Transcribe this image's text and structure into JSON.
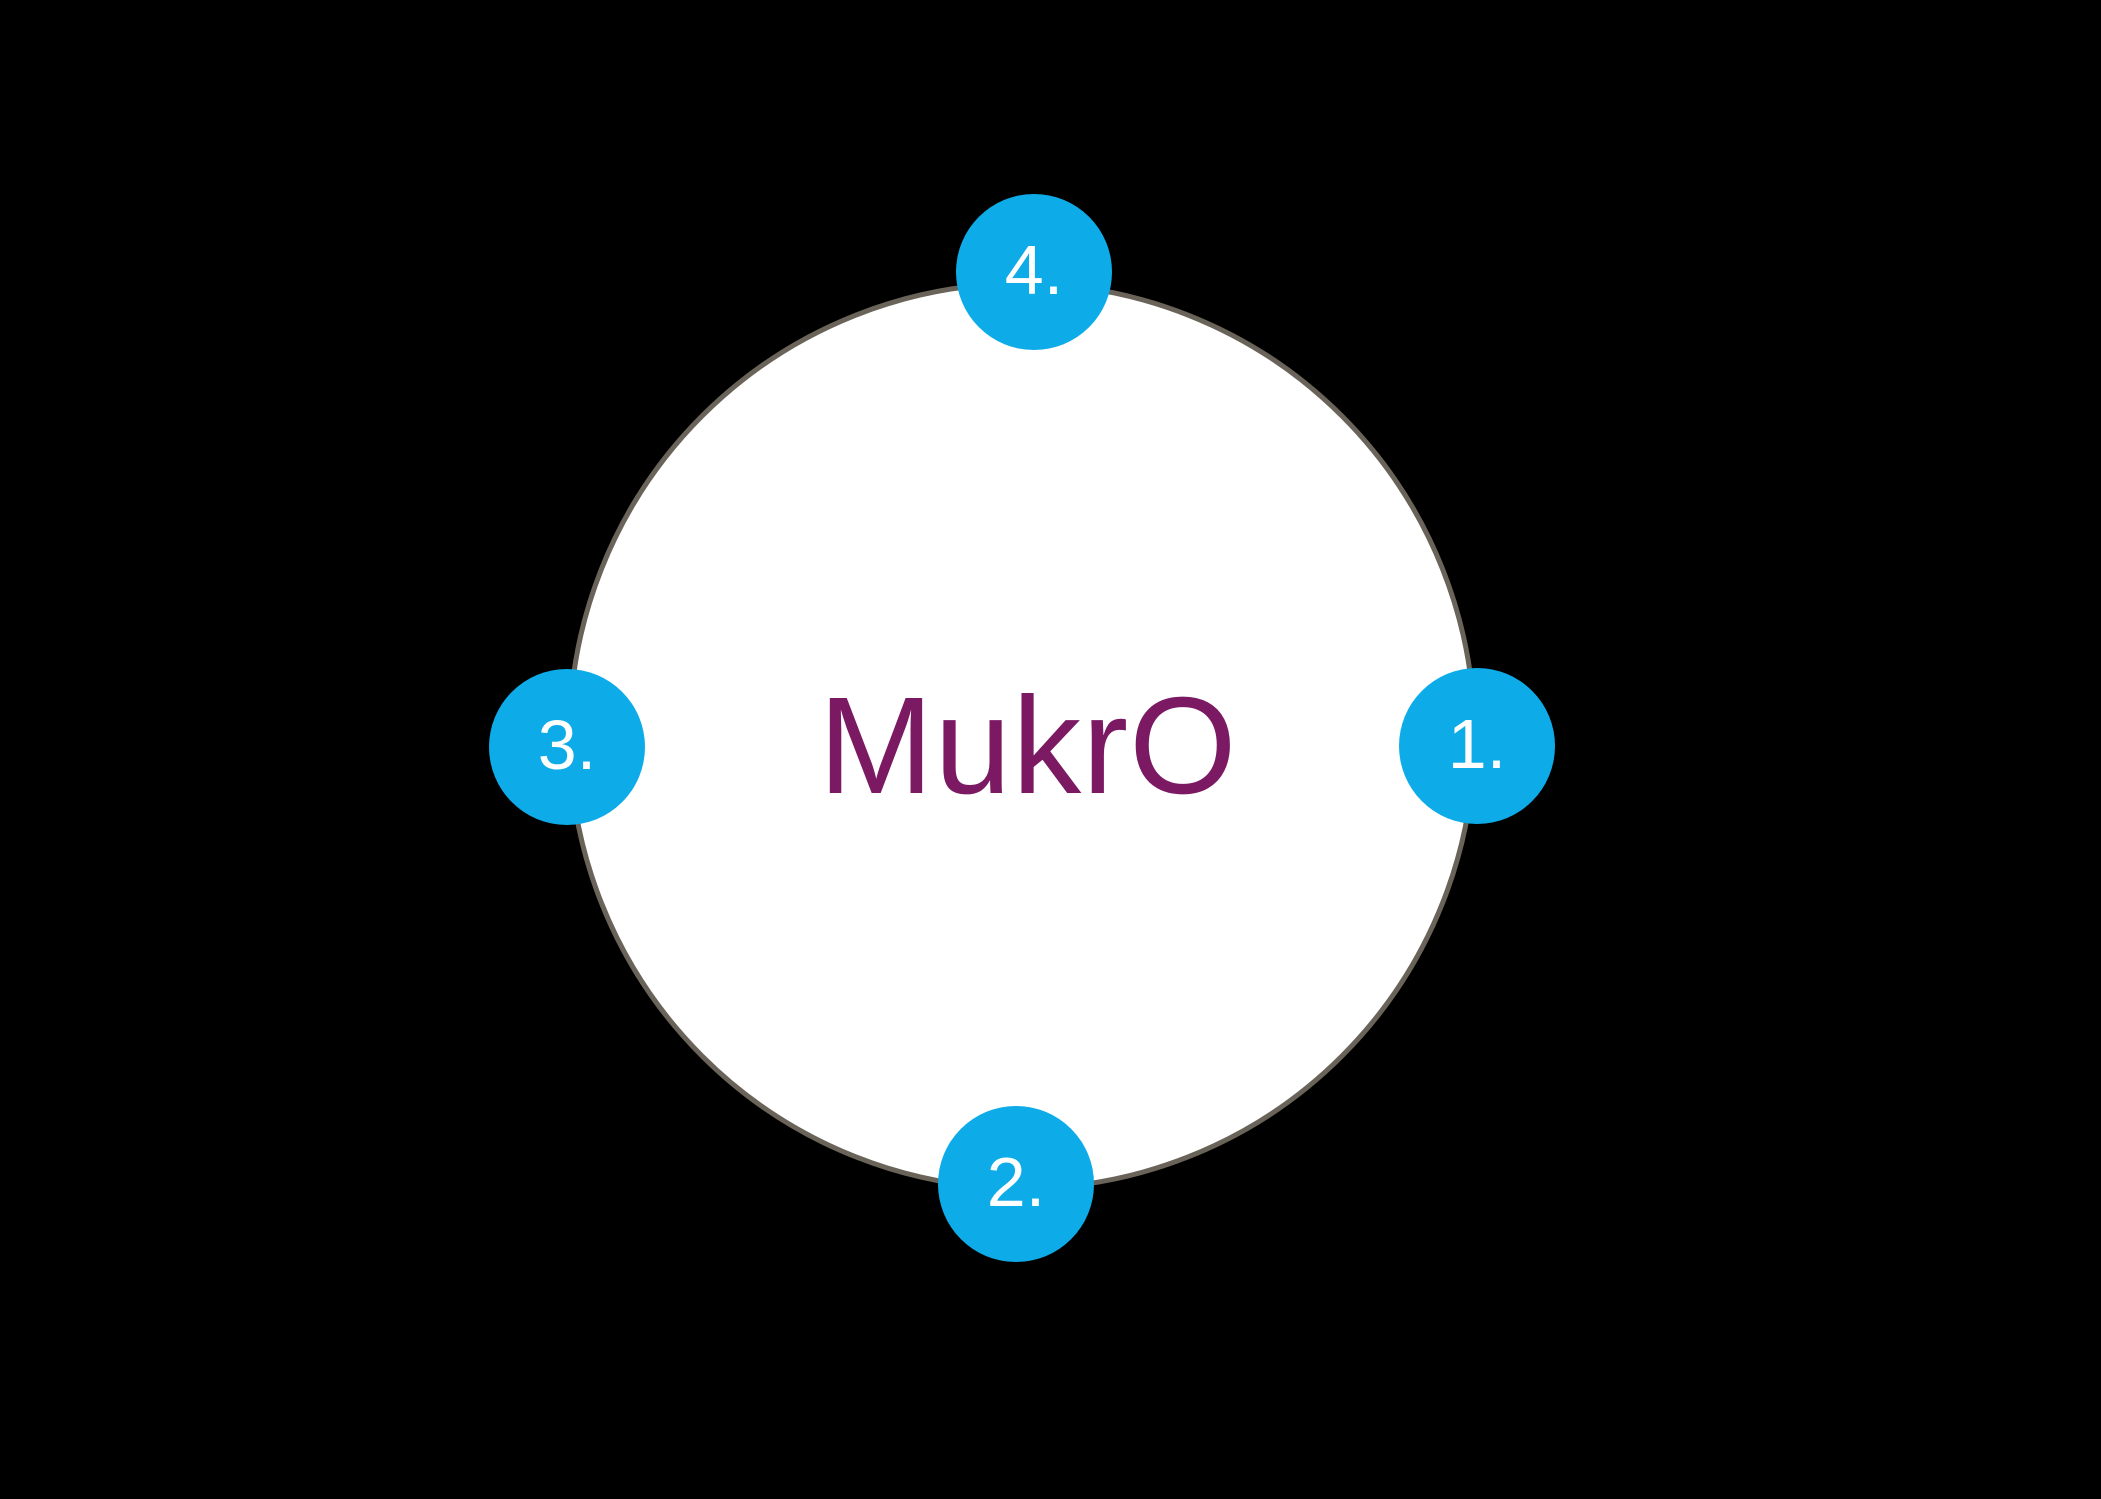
{
  "diagram": {
    "type": "cycle-diagram",
    "center_label": "MukrO",
    "nodes": [
      {
        "label": "1.",
        "position": "right"
      },
      {
        "label": "2.",
        "position": "bottom"
      },
      {
        "label": "3.",
        "position": "left"
      },
      {
        "label": "4.",
        "position": "top"
      }
    ],
    "colors": {
      "background": "#000000",
      "main_circle_fill": "#FFFFFF",
      "main_circle_border": "#696359",
      "node_fill": "#0DACE9",
      "node_text": "#FFFFFF",
      "center_text": "#7B1A63"
    }
  }
}
